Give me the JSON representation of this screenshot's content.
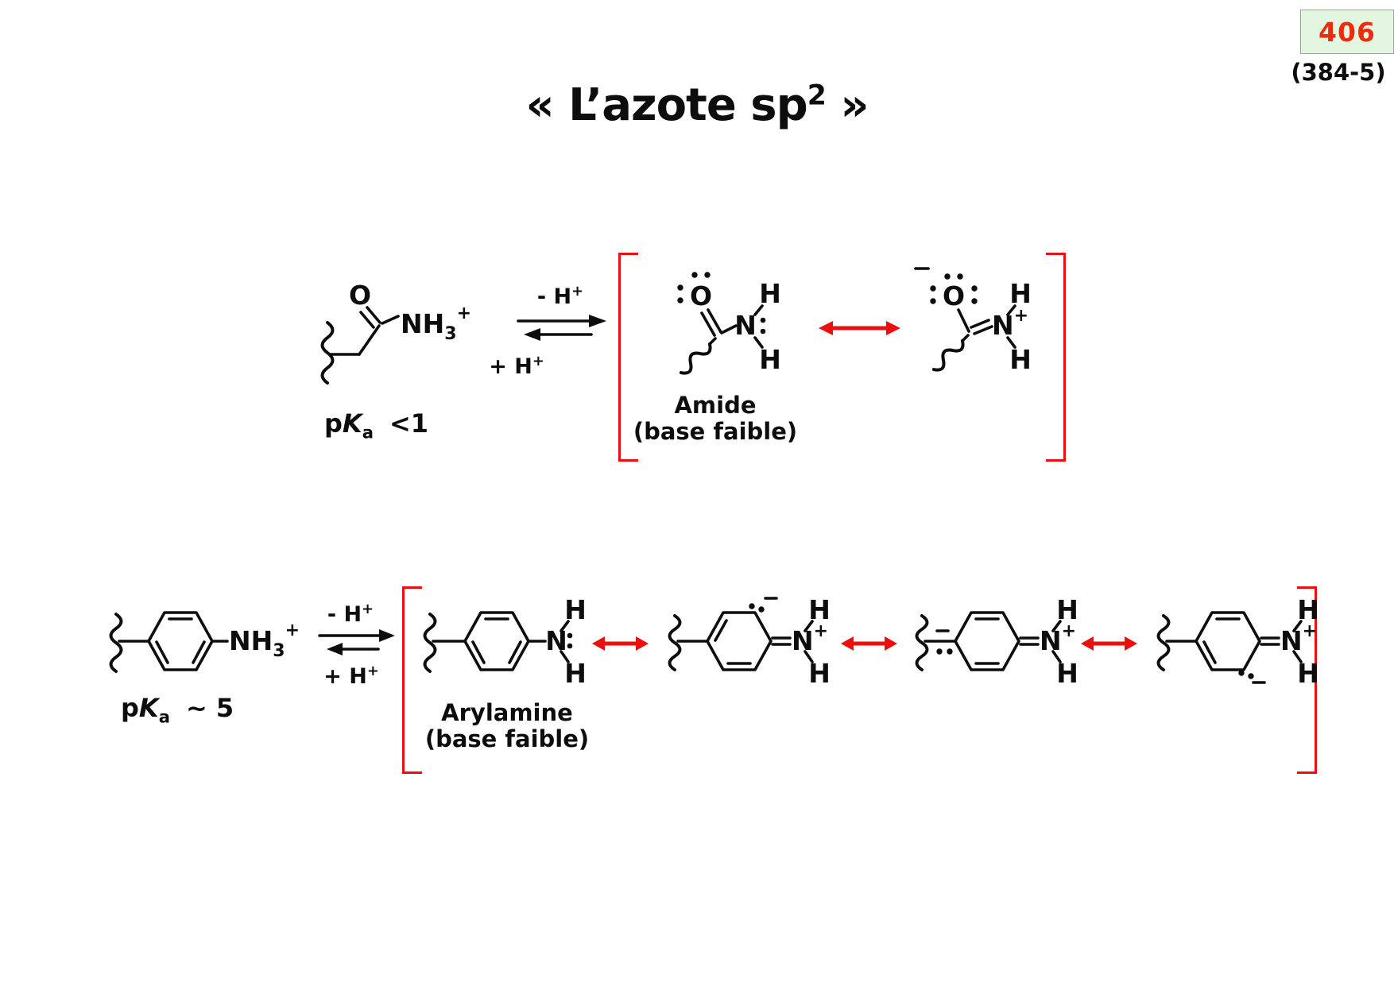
{
  "page": {
    "badge_number": "406",
    "badge_ref": "(384-5)"
  },
  "title": {
    "pre": "« L’azote sp",
    "sup": "2",
    "post": " »"
  },
  "colors": {
    "accent_red": "#ea1010",
    "badge_background": "#e3f6e0",
    "badge_number_red": "#ee2b0c",
    "ink": "#0d0d0d"
  },
  "atoms": {
    "O": "O",
    "N": "N",
    "H": "H",
    "NH": "NH",
    "three": "3",
    "plus": "+"
  },
  "eq": {
    "minus": "- H",
    "plus": "+ H",
    "sup": "+"
  },
  "pka_amide": {
    "p": "p",
    "K": "K",
    "sub": "a",
    "value": "<1"
  },
  "pka_aryl": {
    "p": "p",
    "K": "K",
    "sub": "a",
    "value": "~ 5"
  },
  "labels": {
    "amide_line1": "Amide",
    "amide_line2": "(base faible)",
    "aryl_line1": "Arylamine",
    "aryl_line2": "(base faible)"
  }
}
